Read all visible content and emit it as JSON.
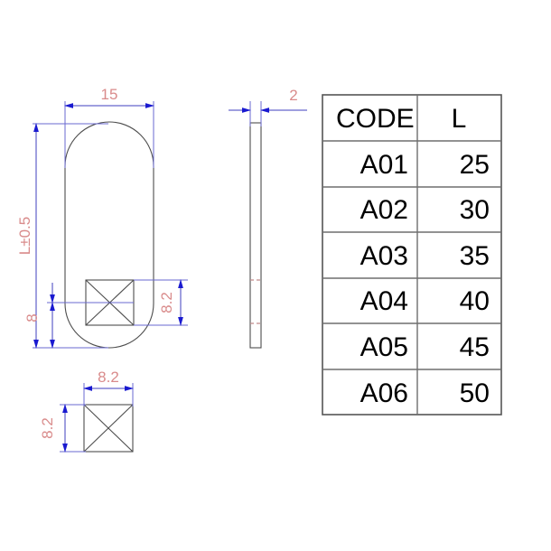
{
  "drawing": {
    "title": "Technical part drawing with dimension table",
    "colors": {
      "dimension_text": "#d98b8b",
      "dimension_line": "#3f3fbf",
      "outline": "#4d4d4d",
      "hidden_line": "#c08b8b",
      "table_border": "#555555",
      "background": "#ffffff"
    },
    "front_view": {
      "name": "front-view",
      "width_dim": "15",
      "length_dim": "L±0.5",
      "offset_dim": "8",
      "square_side_dim": "8.2"
    },
    "side_view": {
      "name": "side-view",
      "thickness_dim": "2"
    },
    "detail_view": {
      "name": "square-detail-view",
      "width_dim": "8.2",
      "height_dim": "8.2"
    }
  },
  "table": {
    "name": "code-length-table",
    "headers": [
      "CODE",
      "L"
    ],
    "rows": [
      {
        "code": "A01",
        "length": "25"
      },
      {
        "code": "A02",
        "length": "30"
      },
      {
        "code": "A03",
        "length": "35"
      },
      {
        "code": "A04",
        "length": "40"
      },
      {
        "code": "A05",
        "length": "45"
      },
      {
        "code": "A06",
        "length": "50"
      }
    ]
  }
}
